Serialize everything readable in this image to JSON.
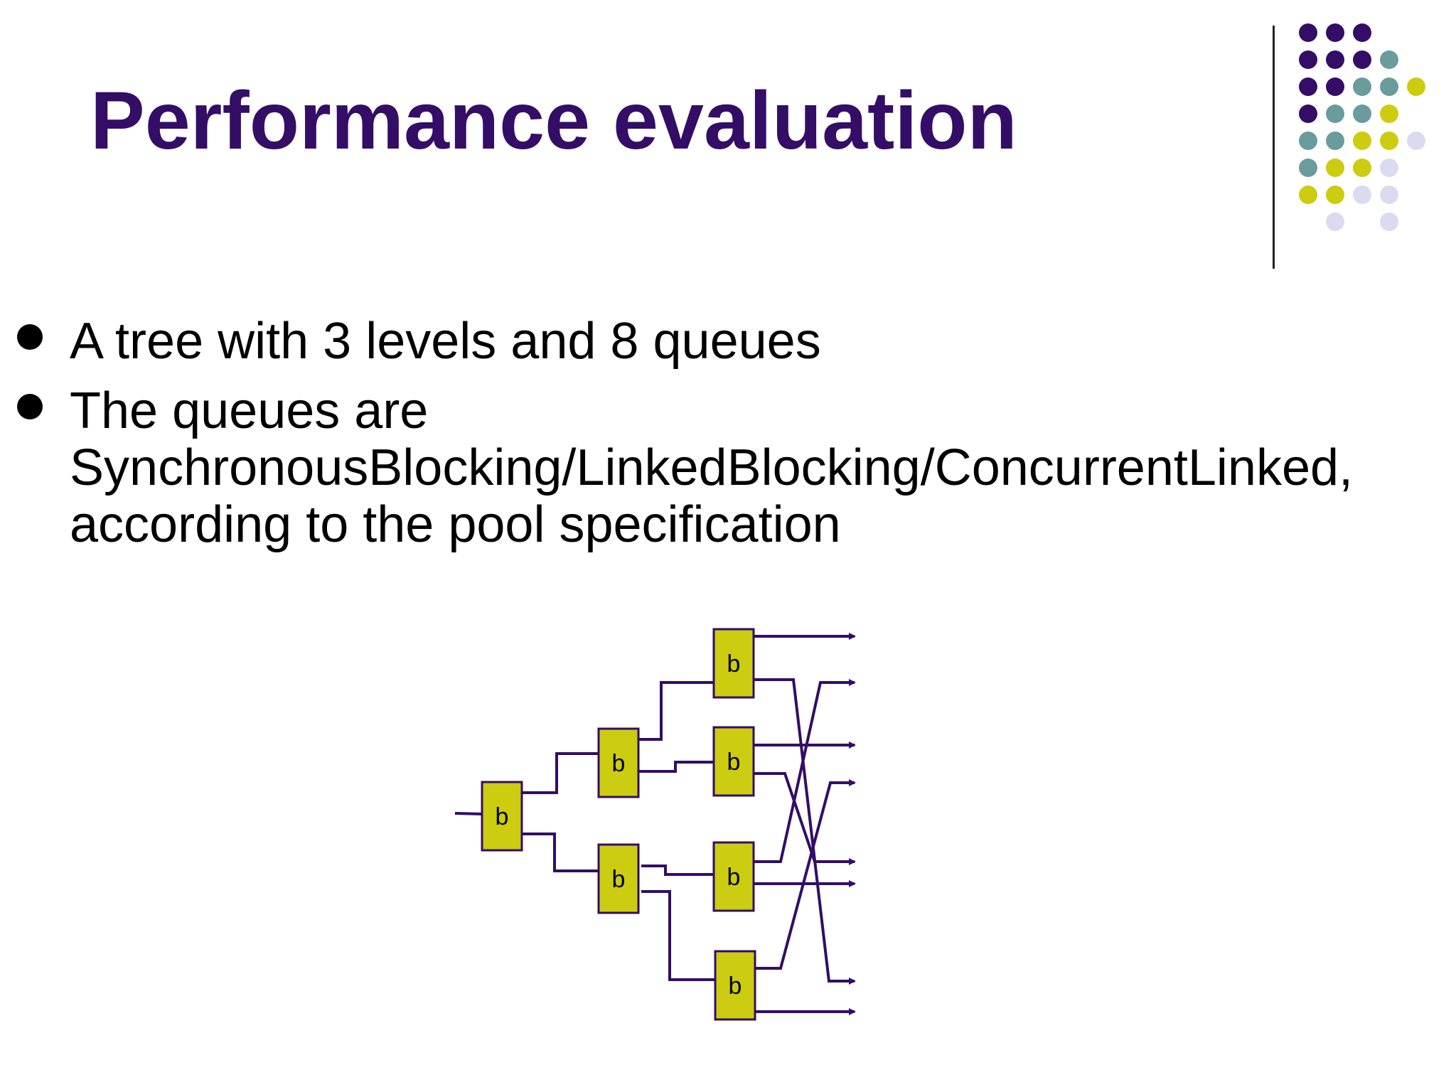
{
  "slide": {
    "title": "Performance evaluation",
    "bullets": [
      "A tree with 3 levels and 8 queues",
      "The queues are SynchronousBlocking/LinkedBlocking/ConcurrentLinked, according to the pool specification"
    ]
  },
  "diagram": {
    "box_label": "b",
    "box_count": 7,
    "output_count": 8
  },
  "colors": {
    "title": "#330d66",
    "dot_purple": "#330d66",
    "dot_teal": "#6a9c9c",
    "dot_yellow": "#cccc11",
    "dot_lavender": "#dcdaef",
    "box_fill": "#cccc11",
    "wire": "#330d66"
  }
}
